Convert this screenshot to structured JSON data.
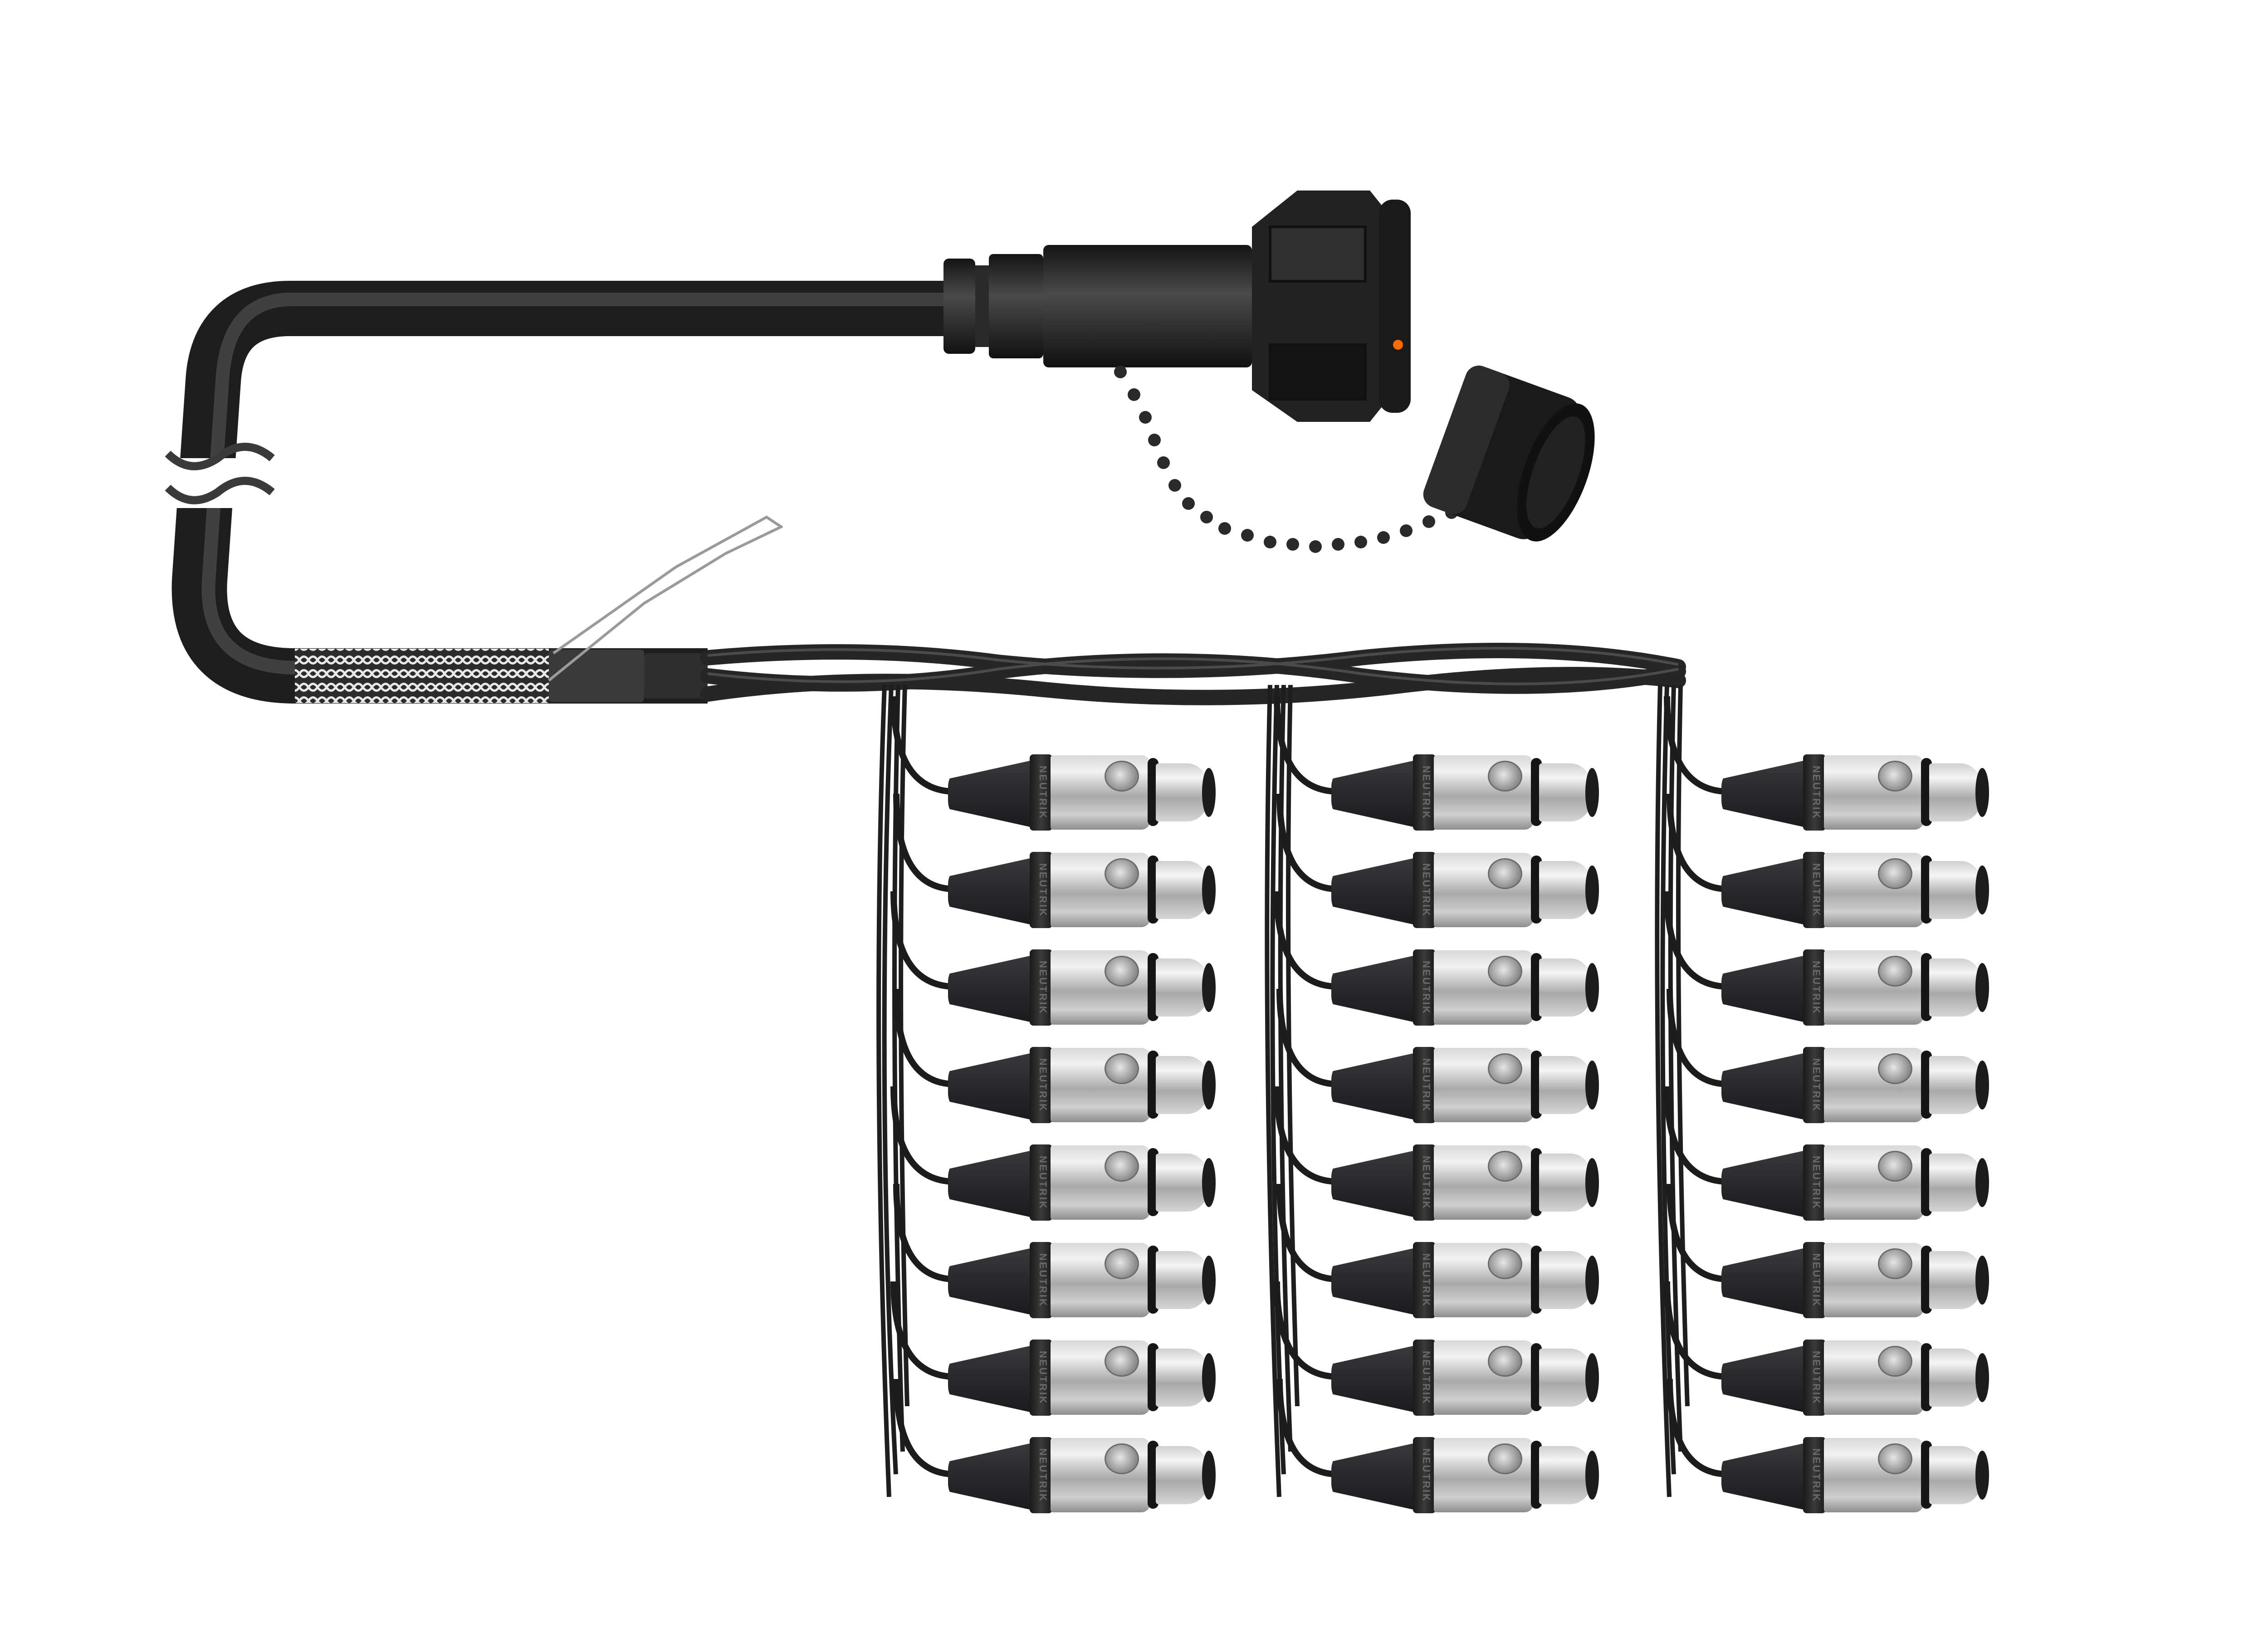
{
  "image": {
    "subject": "24-channel audio multicore snake cable with multipin connector and XLR female fan-out",
    "background_color": "#ffffff"
  },
  "main_connector": {
    "type": "multipin circular connector",
    "color": "#1e1e1e",
    "indicator_dot_color": "#ff6a00",
    "dust_cap": "attached by bead chain"
  },
  "cable": {
    "color": "#2b2b2b",
    "break_marks": 2,
    "braided_sleeve": true,
    "heat_shrink_sections": 2,
    "drain_wires": 2
  },
  "fan_out": {
    "columns": 3,
    "rows": 8,
    "total_connectors": 24,
    "connector_type": "XLR female",
    "boot_brand_text": "NEUTRIK",
    "boot_color": "#2a2a2c",
    "shell_color": "#c8c8c8",
    "column_x": [
      2090,
      2935,
      3795
    ],
    "row_y": [
      1655,
      1870,
      2085,
      2300,
      2515,
      2730,
      2945,
      3160
    ]
  }
}
